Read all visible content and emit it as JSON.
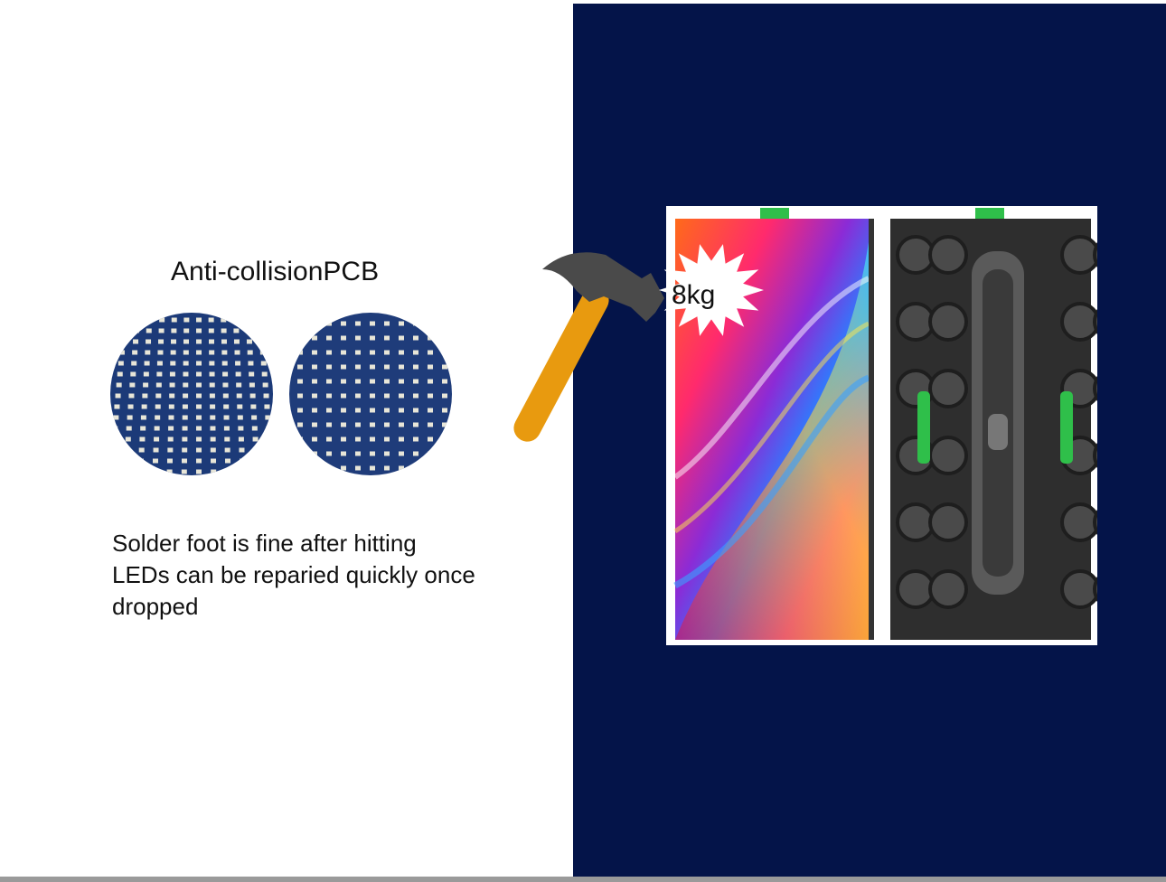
{
  "pcb": {
    "title": "Anti-collisionPCB"
  },
  "description": {
    "lines": [
      "Solder foot is fine after hitting",
      "LEDs can be reparied quickly once",
      "dropped"
    ]
  },
  "impact": {
    "weight_label": "8kg"
  },
  "colors": {
    "panel_navy": "#041449",
    "hammer_handle": "#e89a0f",
    "hammer_head": "#4a4a4a",
    "pcb_blue": "#1c3a78",
    "led_white": "#e8e6d8",
    "handle_green": "#2fbf4a"
  },
  "icons": {
    "hammer": "hammer-icon",
    "burst": "starburst-icon"
  }
}
